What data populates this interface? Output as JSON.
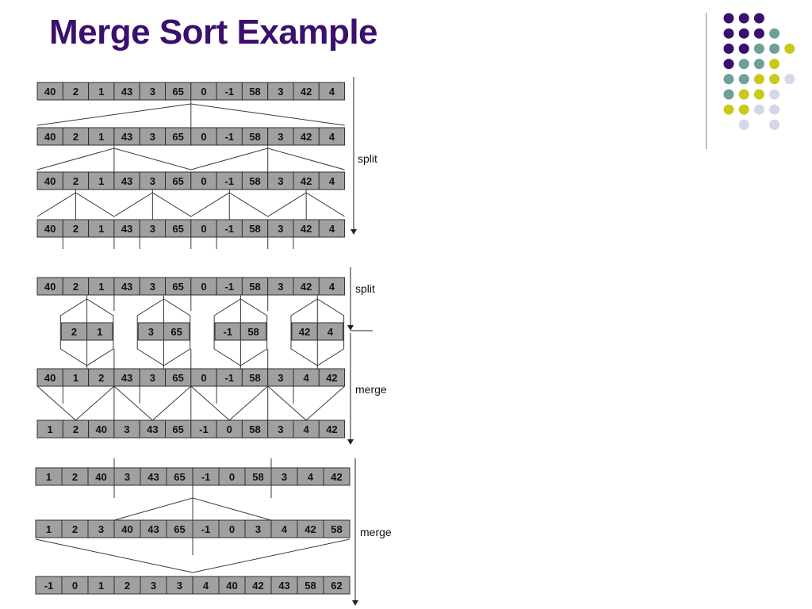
{
  "title": "Merge Sort Example",
  "colors": {
    "title": "#3b0f6e",
    "cell_fill": "#a0a0a0",
    "dot_purple": "#3b0f6e",
    "dot_teal": "#6f9f9a",
    "dot_yellow": "#c9c91a",
    "dot_lavender": "#d6d6ea"
  },
  "decoration_dots": {
    "rows": [
      [
        "purple",
        "purple",
        "purple",
        null
      ],
      [
        "purple",
        "purple",
        "purple",
        "teal"
      ],
      [
        "purple",
        "purple",
        "teal",
        "teal",
        "yellow"
      ],
      [
        "purple",
        "teal",
        "teal",
        "yellow"
      ],
      [
        "teal",
        "teal",
        "yellow",
        "yellow",
        "lavender"
      ],
      [
        "teal",
        "yellow",
        "yellow",
        "lavender"
      ],
      [
        "yellow",
        "yellow",
        "lavender",
        "lavender"
      ],
      [
        null,
        "lavender",
        null,
        "lavender"
      ]
    ]
  },
  "labels": {
    "split_1": "split",
    "split_2": "split",
    "merge_1": "merge",
    "merge_2": "merge"
  },
  "rows": [
    [
      "40",
      "2",
      "1",
      "43",
      "3",
      "65",
      "0",
      "-1",
      "58",
      "3",
      "42",
      "4"
    ],
    [
      "40",
      "2",
      "1",
      "43",
      "3",
      "65",
      "0",
      "-1",
      "58",
      "3",
      "42",
      "4"
    ],
    [
      "40",
      "2",
      "1",
      "43",
      "3",
      "65",
      "0",
      "-1",
      "58",
      "3",
      "42",
      "4"
    ],
    [
      "40",
      "2",
      "1",
      "43",
      "3",
      "65",
      "0",
      "-1",
      "58",
      "3",
      "42",
      "4"
    ],
    [
      "40",
      "2",
      "1",
      "43",
      "3",
      "65",
      "0",
      "-1",
      "58",
      "3",
      "42",
      "4"
    ],
    [
      "2",
      "1",
      "3",
      "65",
      "-1",
      "58",
      "42",
      "4"
    ],
    [
      "40",
      "1",
      "2",
      "43",
      "3",
      "65",
      "0",
      "-1",
      "58",
      "3",
      "4",
      "42"
    ],
    [
      "1",
      "2",
      "40",
      "3",
      "43",
      "65",
      "-1",
      "0",
      "58",
      "3",
      "4",
      "42"
    ],
    [
      "1",
      "2",
      "40",
      "3",
      "43",
      "65",
      "-1",
      "0",
      "58",
      "3",
      "4",
      "42"
    ],
    [
      "1",
      "2",
      "3",
      "40",
      "43",
      "65",
      "-1",
      "0",
      "3",
      "4",
      "42",
      "58"
    ],
    [
      "-1",
      "0",
      "1",
      "2",
      "3",
      "3",
      "4",
      "40",
      "42",
      "43",
      "58",
      "62"
    ]
  ]
}
